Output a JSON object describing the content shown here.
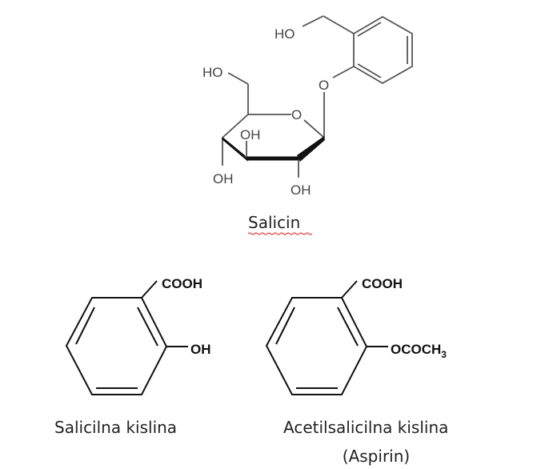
{
  "salicin": {
    "name": "Salicin",
    "labels": {
      "ho_benzyl": "HO",
      "o_link": "O",
      "ring_o": "O",
      "ho_c6": "HO",
      "oh_c3": "OH",
      "oh_c4": "OH",
      "oh_c2": "OH"
    }
  },
  "salicylic_acid": {
    "name": "Salicilna kislina",
    "cooh": "COOH",
    "oh": "OH"
  },
  "aspirin": {
    "name": "Acetilsalicilna kislina",
    "name2": "(Aspirin)",
    "cooh": "COOH",
    "ester": "OCOCH",
    "ester_sub": "3"
  },
  "colors": {
    "bond": "#333333",
    "spellcheck": "#e02020"
  }
}
